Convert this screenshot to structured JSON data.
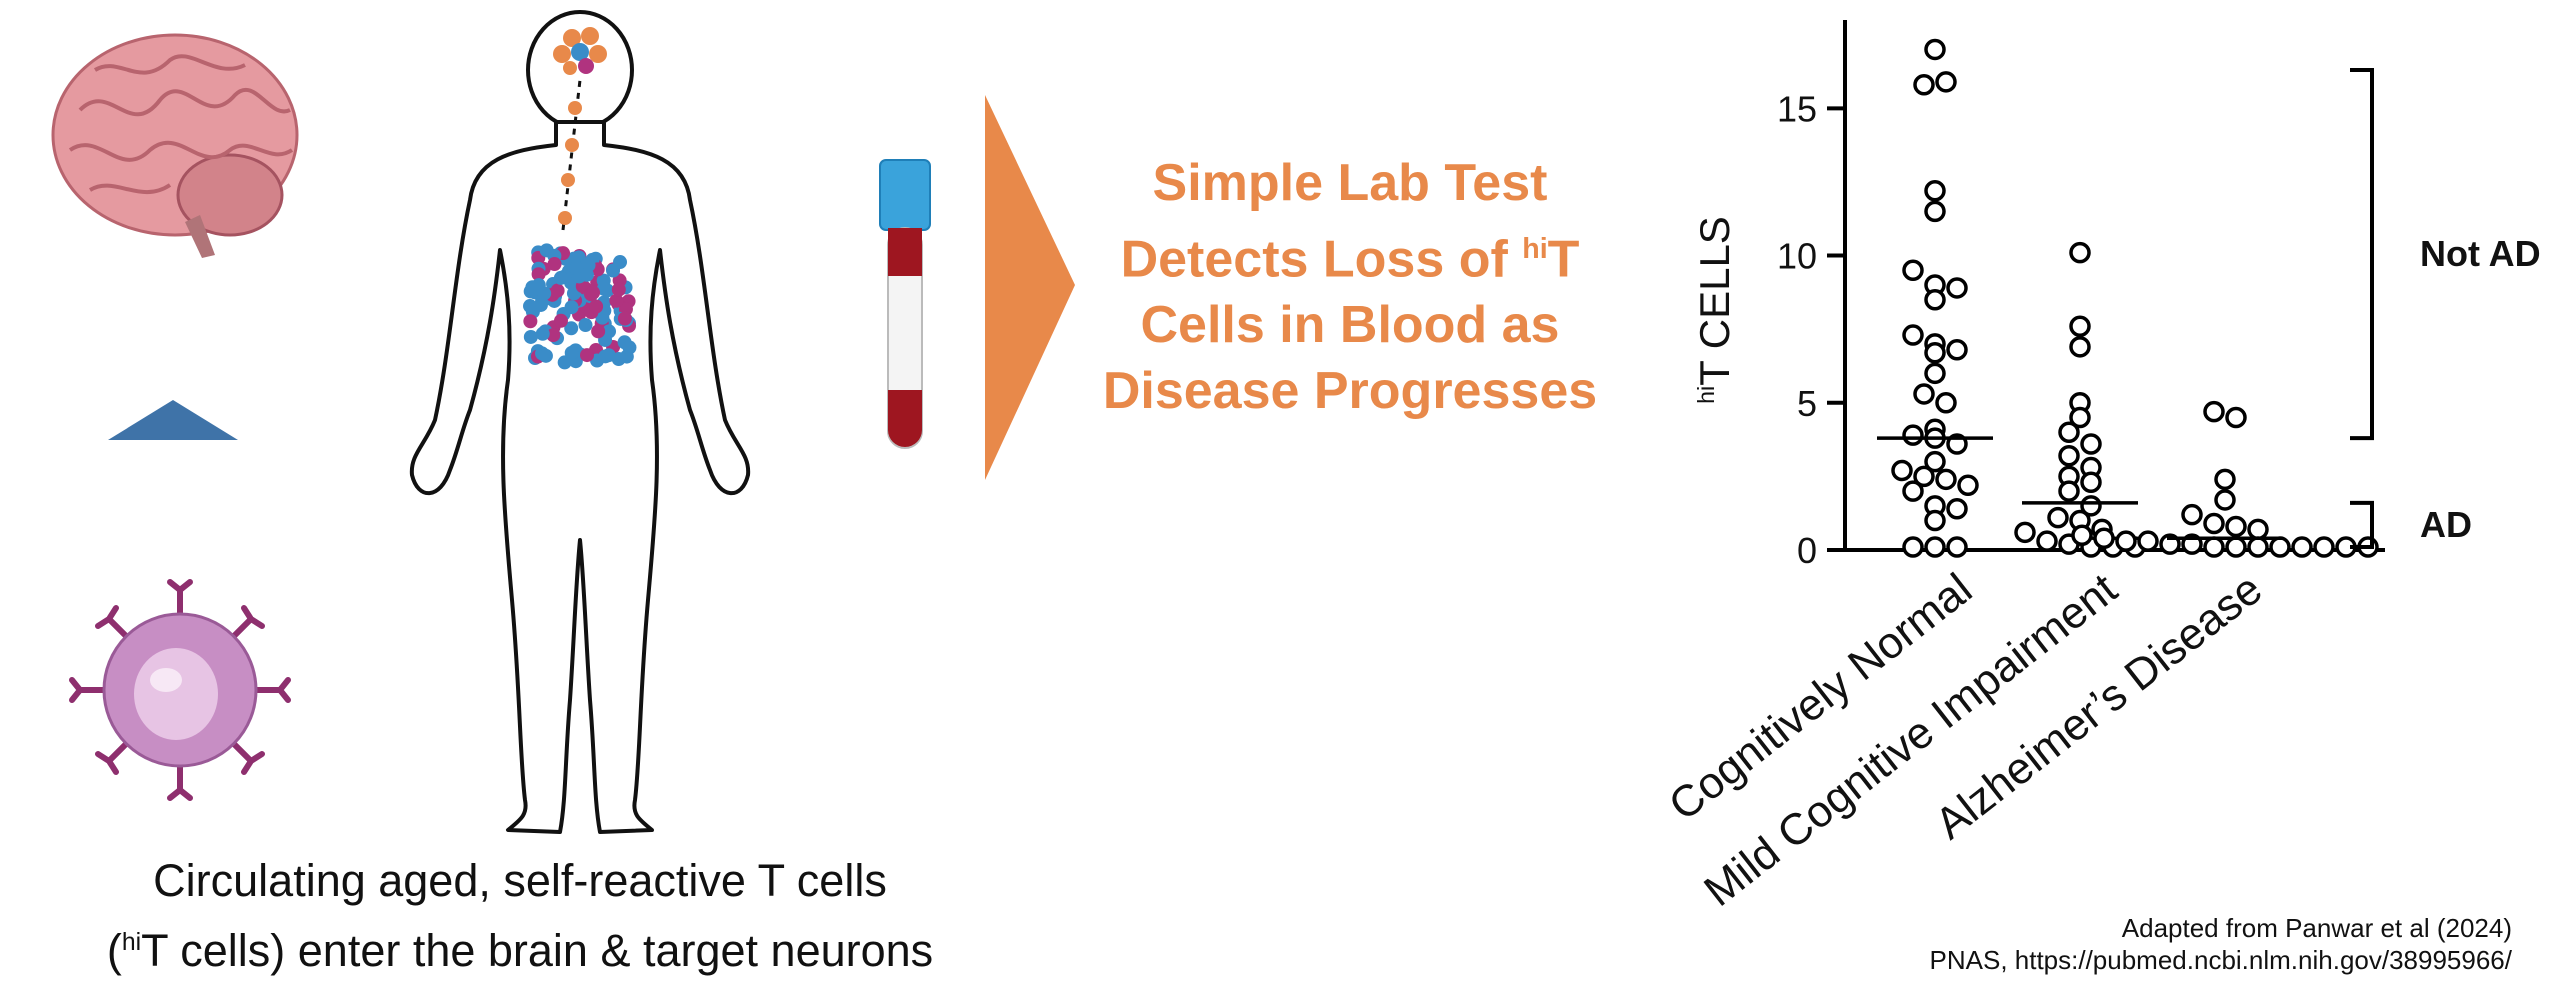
{
  "caption": {
    "line1": "Circulating aged, self-reactive T cells",
    "line2_pre": "(",
    "line2_sup": "hi",
    "line2_post": "T cells) enter the brain & target neurons"
  },
  "headline": {
    "line1": "Simple Lab Test",
    "line2_pre": "Detects Loss of ",
    "line2_sup": "hi",
    "line2_post": "T",
    "line3": "Cells in Blood as",
    "line4": "Disease Progresses"
  },
  "colors": {
    "accent_orange": "#E8894A",
    "triangle_blue": "#3F73A8",
    "cell_magenta": "#B0337F",
    "cell_blue": "#3A8CC8",
    "brain_pink": "#E59AA0",
    "tube_red": "#9E1620",
    "tube_cap": "#3AA3DB"
  },
  "icons": {
    "brain": "brain-icon",
    "t_cell": "t-cell-icon",
    "body": "human-body-icon",
    "blood_tube": "blood-tube-icon",
    "up_triangle": "triangle-up-icon",
    "right_arrow": "play-arrow-icon"
  },
  "chart_data": {
    "type": "scatter",
    "ylabel_sup": "hi",
    "ylabel_main": "T CELLS",
    "ylim": [
      0,
      18
    ],
    "yticks": [
      0,
      5,
      10,
      15
    ],
    "categories": [
      "Cognitively Normal",
      "Mild Cognitive Impairment",
      "Alzheimer’s Disease"
    ],
    "series": [
      {
        "values": [
          17,
          15.8,
          15.9,
          12.2,
          11.5,
          9.5,
          9,
          8.9,
          8.5,
          7.3,
          7,
          6.8,
          6.7,
          6,
          5.3,
          5,
          4.1,
          3.9,
          3.8,
          3.6,
          3,
          2.7,
          2.5,
          2.4,
          2.2,
          2,
          1.5,
          1.4,
          1,
          0.1,
          0.1,
          0.1
        ],
        "median": 3.8
      },
      {
        "values": [
          10.1,
          7.6,
          6.9,
          5,
          4.5,
          4,
          3.6,
          3.2,
          2.8,
          2.5,
          2.3,
          2,
          1.5,
          1.1,
          1,
          0.7,
          0.6,
          0.3,
          0.2,
          0.1,
          0.1,
          0.1
        ],
        "median": 1.6
      },
      {
        "values": [
          4.7,
          4.5,
          2.4,
          1.7,
          1.2,
          0.9,
          0.8,
          0.7,
          0.5,
          0.4,
          0.3,
          0.3,
          0.2,
          0.2,
          0.1,
          0.1,
          0.1,
          0.1,
          0.1,
          0.1,
          0.1,
          0.1
        ],
        "median": 0.4
      }
    ],
    "brackets": [
      {
        "label": "Not AD",
        "from": 3.8,
        "to": 16.3
      },
      {
        "label": "AD",
        "from": 0.1,
        "to": 1.6
      }
    ]
  },
  "credits": {
    "line1": "Adapted from Panwar et al (2024)",
    "line2": "PNAS, https://pubmed.ncbi.nlm.nih.gov/38995966/"
  }
}
